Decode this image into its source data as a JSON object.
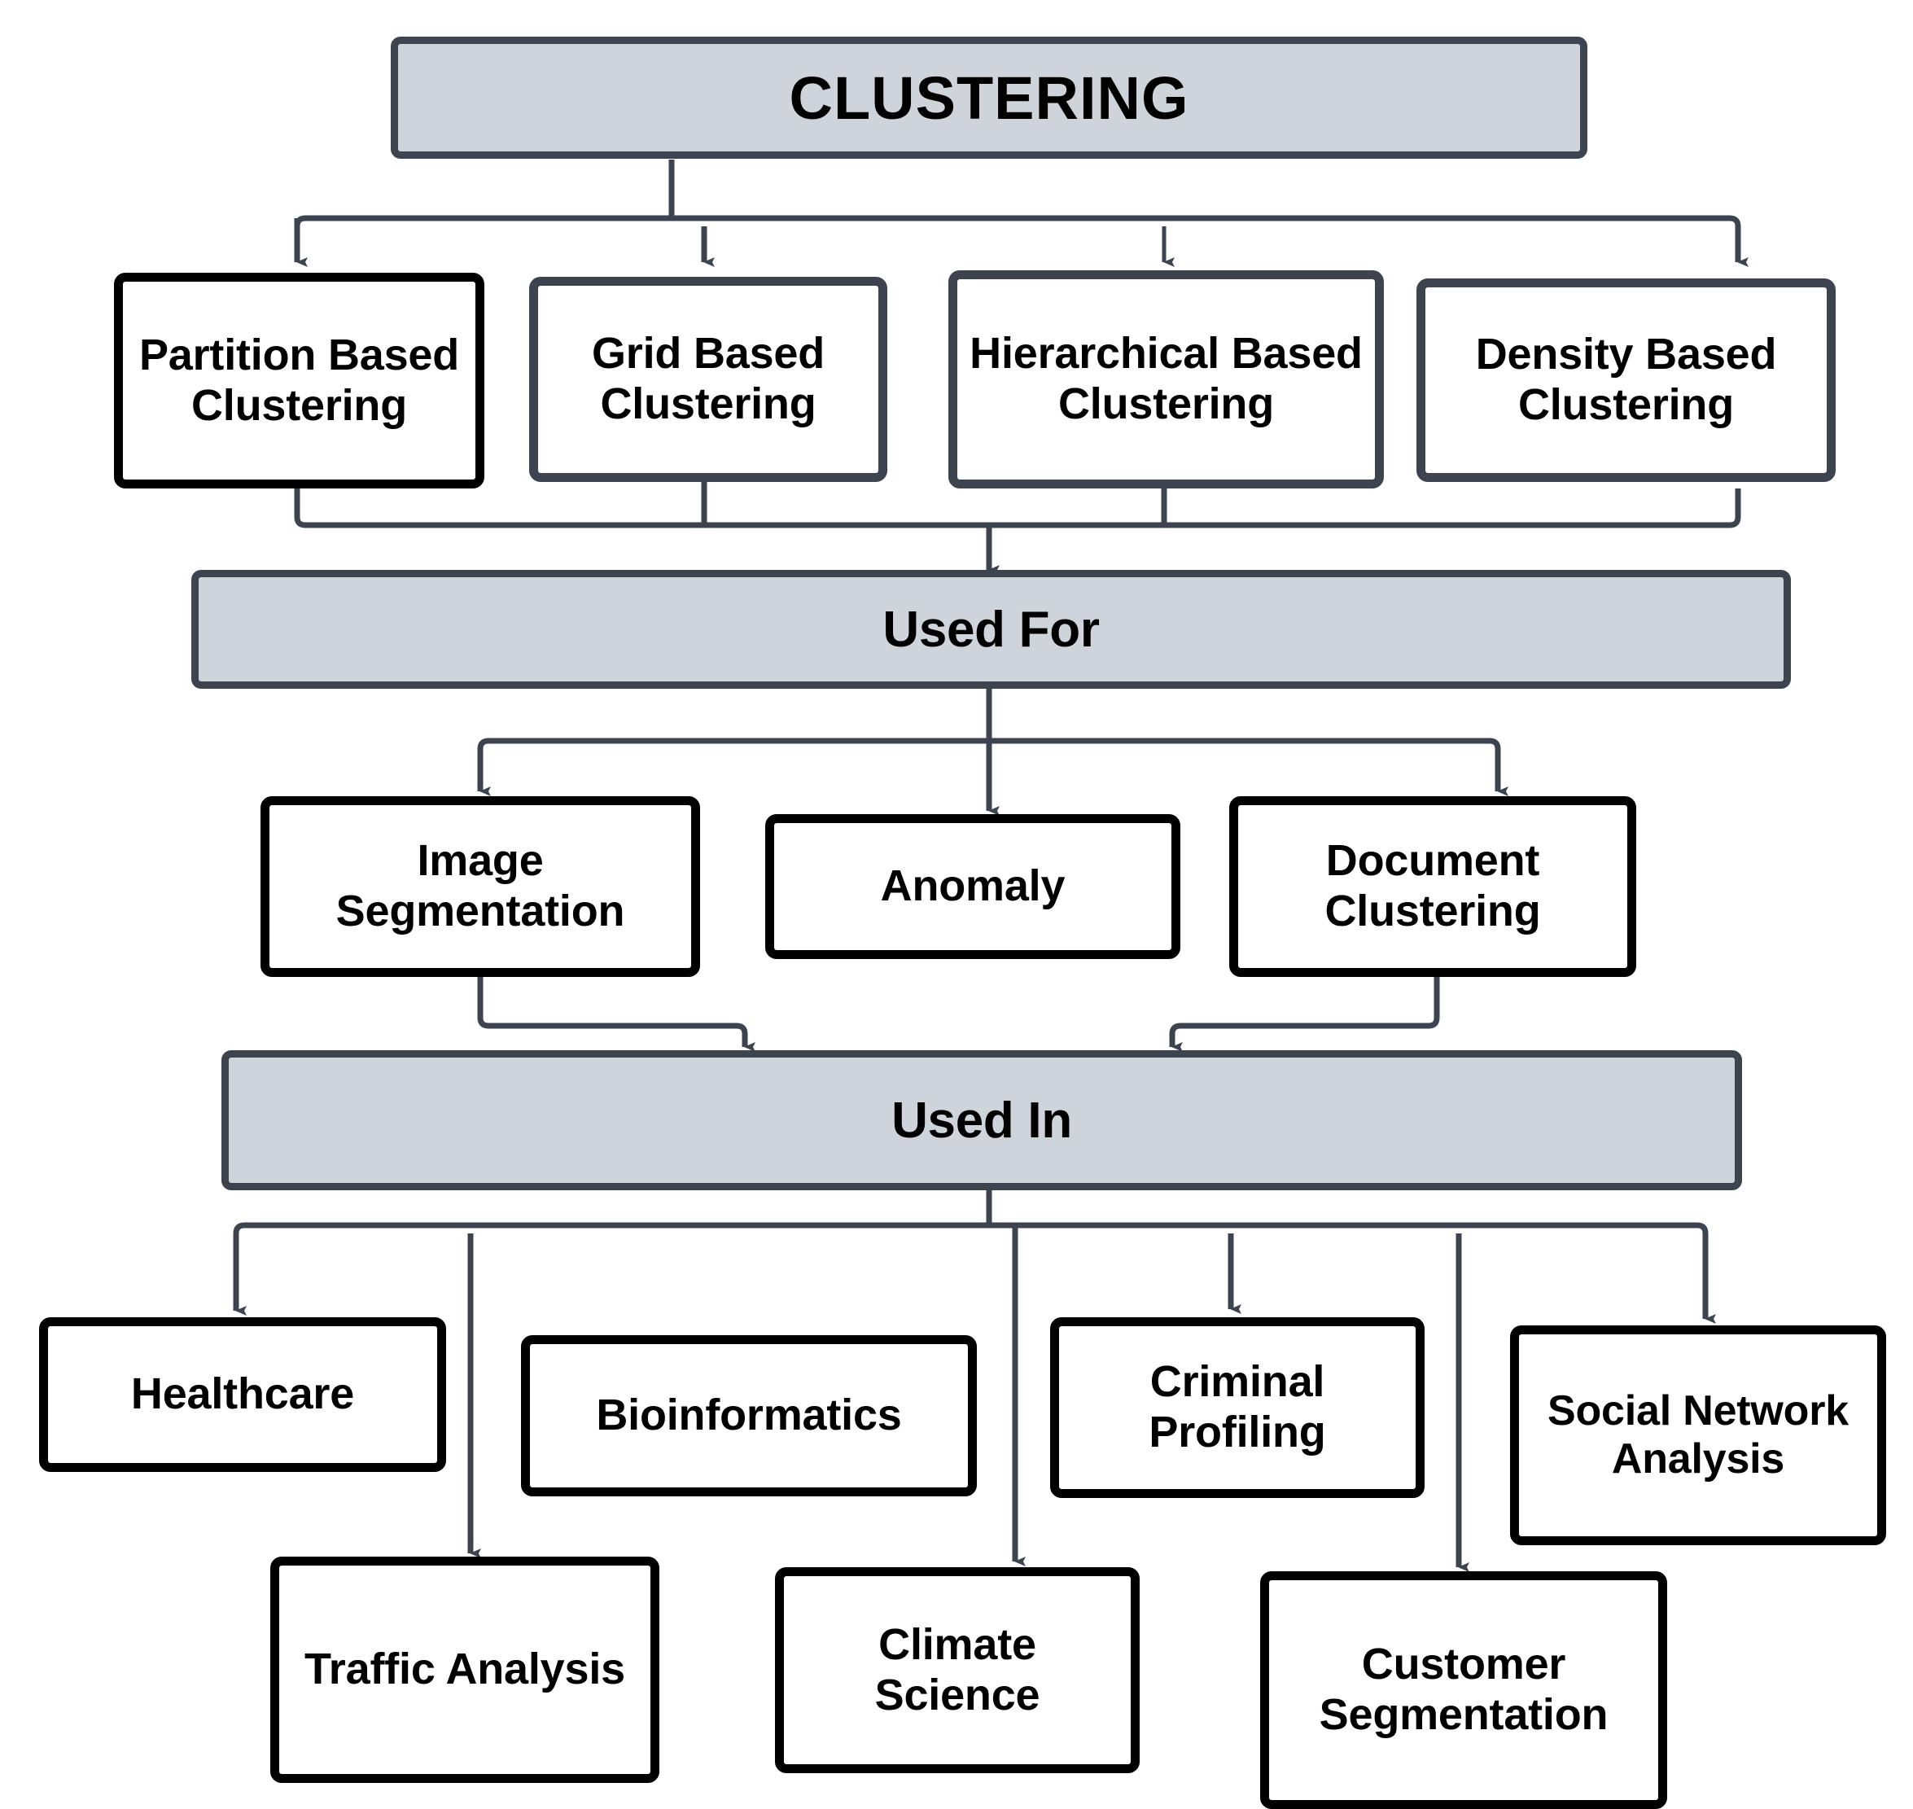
{
  "diagram": {
    "title": "Clustering taxonomy flowchart",
    "colors": {
      "bar_fill": "#ced4da",
      "bar_border": "#3d4450",
      "node_border_black": "#000000",
      "node_border_slate": "#3d4450",
      "edge": "#3d4450",
      "background": "#ffffff",
      "text": "#000000"
    }
  },
  "root": {
    "label": "CLUSTERING"
  },
  "bars": {
    "used_for": {
      "label": "Used For"
    },
    "used_in": {
      "label": "Used In"
    }
  },
  "types": [
    {
      "label": "Partition Based Clustering",
      "border": "black"
    },
    {
      "label": "Grid Based Clustering",
      "border": "slate"
    },
    {
      "label": "Hierarchical Based Clustering",
      "border": "slate"
    },
    {
      "label": "Density Based Clustering",
      "border": "slate"
    }
  ],
  "used_for_items": [
    {
      "label": "Image Segmentation",
      "border": "black"
    },
    {
      "label": "Anomaly",
      "border": "black"
    },
    {
      "label": "Document Clustering",
      "border": "black"
    }
  ],
  "used_in_items": [
    {
      "label": "Healthcare",
      "border": "black"
    },
    {
      "label": "Bioinformatics",
      "border": "black"
    },
    {
      "label": "Criminal Profiling",
      "border": "black"
    },
    {
      "label": "Social Network Analysis",
      "border": "black"
    },
    {
      "label": "Traffic Analysis",
      "border": "black"
    },
    {
      "label": "Climate Science",
      "border": "black"
    },
    {
      "label": "Customer Segmentation",
      "border": "black"
    }
  ],
  "edges": {
    "clustering_to_types": [
      "Partition Based Clustering",
      "Grid Based Clustering",
      "Hierarchical Based Clustering",
      "Density Based Clustering"
    ],
    "types_to_used_for": [
      "Partition Based Clustering",
      "Grid Based Clustering",
      "Hierarchical Based Clustering",
      "Density Based Clustering"
    ],
    "used_for_to_items": [
      "Image Segmentation",
      "Anomaly",
      "Document Clustering"
    ],
    "items_to_used_in": [
      "Image Segmentation",
      "Document Clustering"
    ],
    "used_in_to_items": [
      "Healthcare",
      "Traffic Analysis",
      "Climate Science",
      "Criminal Profiling",
      "Customer Segmentation",
      "Social Network Analysis"
    ]
  }
}
